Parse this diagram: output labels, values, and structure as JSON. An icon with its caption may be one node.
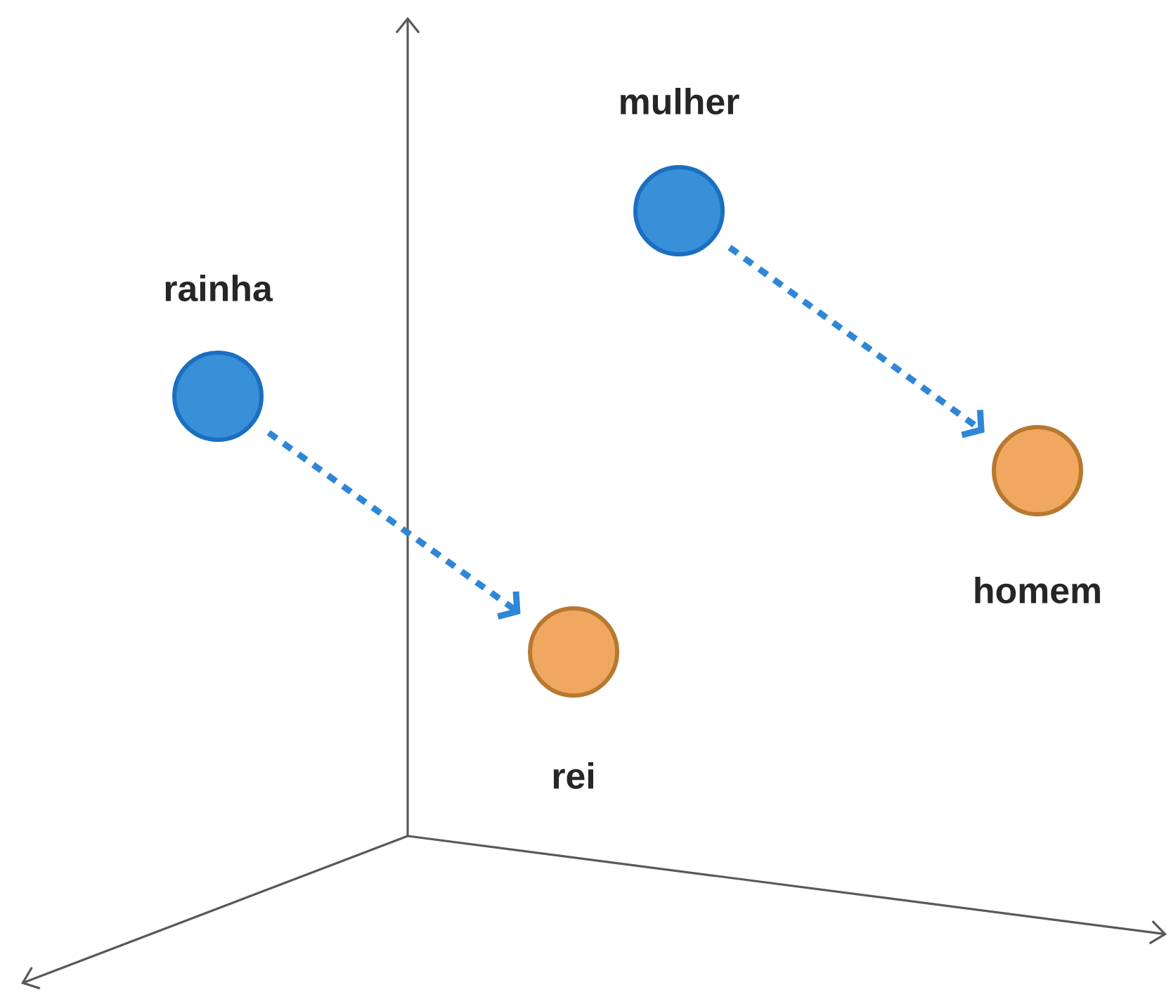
{
  "diagram": {
    "nodes": [
      {
        "text": [
          "rainha"
        ]
      },
      {
        "text": [
          "mulher"
        ]
      },
      {
        "text": [
          "rei"
        ]
      },
      {
        "text": [
          "homem"
        ]
      }
    ],
    "edges": [
      {
        "from": 0,
        "to": 2,
        "arrow": "to",
        "style": "dashed"
      },
      {
        "from": 1,
        "to": 3,
        "arrow": "to",
        "style": "dashed"
      }
    ]
  }
}
